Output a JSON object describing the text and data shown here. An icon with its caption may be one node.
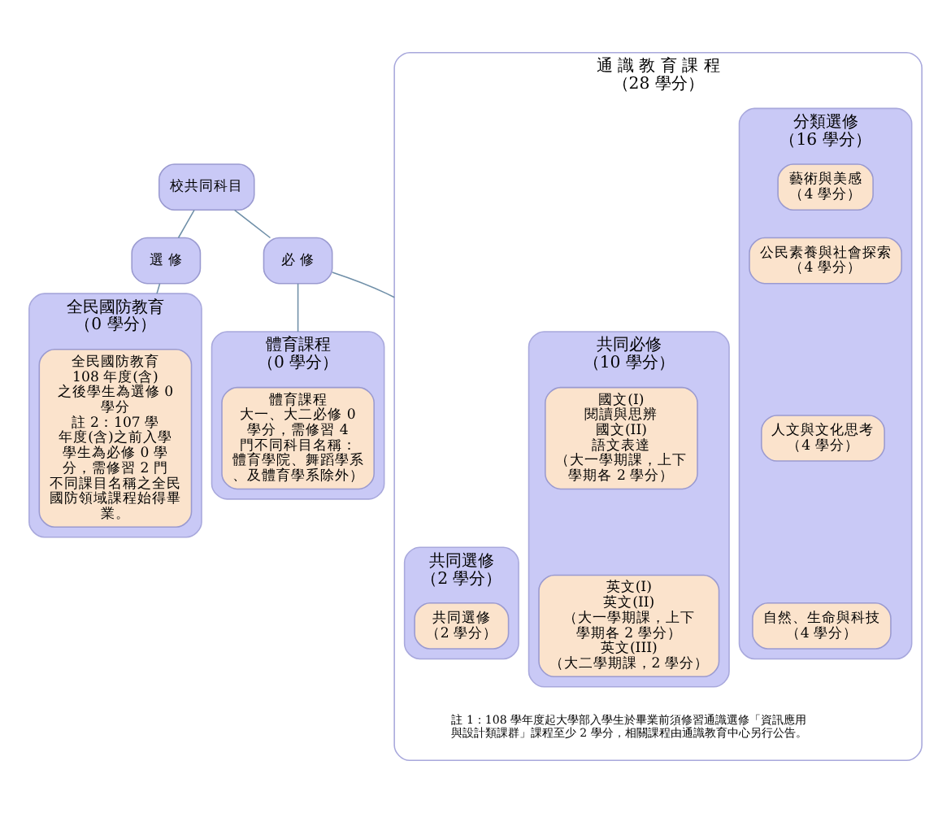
{
  "diagram": {
    "nodes": [
      {
        "text": [
          "校共同科目"
        ]
      },
      {
        "text": [
          "必 修"
        ]
      },
      {
        "text": [
          "選 修"
        ]
      },
      {
        "text": [
          "通 識 教 育 課 程",
          "（28 學分）",
          "註 1：108 學年度起大學部入學生於畢業前須修習通識選修「資訊應用與設計類課群」課程至少 2 學分，相關課程由通識教育中心另行公告。"
        ]
      },
      {
        "text": [
          "共同必修",
          "（10 學分）"
        ],
        "in": 3
      },
      {
        "text": [
          "國文(I)",
          "閱讀與思辨",
          "國文(II)",
          "語文表達",
          "（大一學期課，上下學期各 2 學分）"
        ],
        "in": 4
      },
      {
        "text": [
          "英文(I)",
          "英文(II)",
          "（大一學期課，上下學期各 2 學分）",
          "英文(III)",
          "（大二學期課，2 學分）"
        ],
        "in": 4
      },
      {
        "text": [
          "分類選修",
          "（16 學分）"
        ],
        "in": 3
      },
      {
        "text": [
          "藝術與美感",
          "（4 學分）"
        ],
        "in": 7
      },
      {
        "text": [
          "公民素養與社會探索",
          "（4 學分）"
        ],
        "in": 7
      },
      {
        "text": [
          "人文與文化思考",
          "（4 學分）"
        ],
        "in": 7
      },
      {
        "text": [
          "自然、生命與科技",
          "（4 學分）"
        ],
        "in": 7
      },
      {
        "text": [
          "共同選修",
          "（2 學分）"
        ],
        "in": 3
      },
      {
        "text": [
          "共同選修",
          "（2 學分）"
        ],
        "in": 12
      },
      {
        "text": [
          "體育課程",
          "（0 學分）"
        ]
      },
      {
        "text": [
          "體育課程",
          "大一、大二必修 0 學分，需修習 4 門不同科目名稱：體育學院、舞蹈學系、及體育學系除外）"
        ],
        "in": 14
      },
      {
        "text": [
          "全民國防教育",
          "（0 學分）"
        ]
      },
      {
        "text": [
          "全民國防教育",
          "108 年度(含)之後學生為選修 0 學分",
          "註 2：107 學年度(含)之前入學學生為必修 0 學分，需修習 2 門不同課目名稱之全民國防領域課程始得畢業。"
        ],
        "in": 16
      }
    ],
    "edges": [
      {
        "from": 0,
        "to": 1,
        "arrow": "none"
      },
      {
        "from": 0,
        "to": 2,
        "arrow": "none"
      },
      {
        "from": 1,
        "to": 3,
        "arrow": "none"
      },
      {
        "from": 1,
        "to": 14,
        "arrow": "none"
      },
      {
        "from": 2,
        "to": 16,
        "arrow": "none"
      }
    ]
  }
}
